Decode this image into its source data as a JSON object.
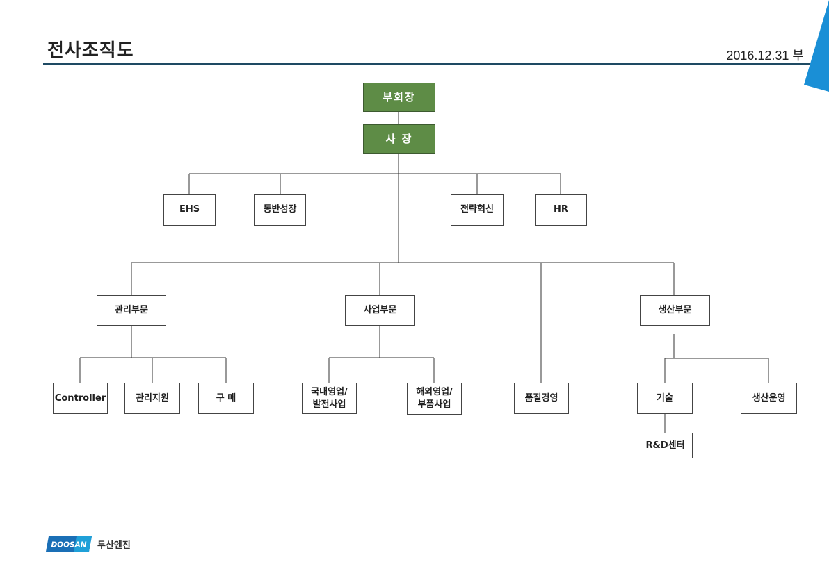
{
  "header": {
    "title": "전사조직도",
    "date": "2016.12.31 부"
  },
  "chart": {
    "vice_chairman": "부회장",
    "president": "사  장",
    "staff": [
      "EHS",
      "동반성장",
      "전략혁신",
      "HR"
    ],
    "divisions": [
      "관리부문",
      "사업부문",
      "품질경영",
      "생산부문"
    ],
    "mgmt_teams": [
      "Controller",
      "관리지원",
      "구 매"
    ],
    "biz_teams": [
      "국내영업/\n발전사업",
      "해외영업/\n부품사업"
    ],
    "prod_teams": [
      "기술",
      "생산운영"
    ],
    "rnd": "R&D센터"
  },
  "footer": {
    "logo_word": "DOOSAN",
    "company": "두산엔진"
  },
  "colors": {
    "accent_green": "#5e8c46",
    "rule_blue": "#1e4a63",
    "corner_blue": "#1a8fd6"
  }
}
